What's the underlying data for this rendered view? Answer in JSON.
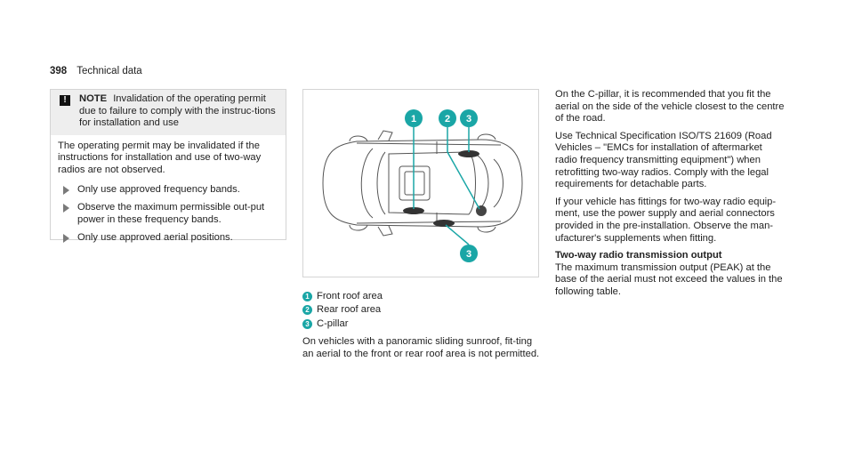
{
  "header": {
    "page_number": "398",
    "section": "Technical data"
  },
  "note": {
    "icon": "warning-exclamation-icon",
    "title": "NOTE",
    "heading_text": "Invalidation of the operating permit due to failure to comply with the instruc-tions for installation and use",
    "body": "The operating permit may be invalidated if the instructions for installation and use of two-way radios are not observed.",
    "bullets": [
      "Only use approved frequency bands.",
      "Observe the maximum permissible out-put power in these frequency bands.",
      "Only use approved aerial positions."
    ]
  },
  "figure": {
    "callouts": [
      "1",
      "2",
      "3",
      "3"
    ],
    "accent_color": "#1aa6a6"
  },
  "legend": {
    "items": [
      {
        "num": "1",
        "label": "Front roof area"
      },
      {
        "num": "2",
        "label": "Rear roof area"
      },
      {
        "num": "3",
        "label": "C-pillar"
      }
    ],
    "paragraph": "On vehicles with a panoramic sliding sunroof, fit-ting an aerial to the front or rear roof area is not permitted."
  },
  "right": {
    "p1": "On the C-pillar, it is recommended that you fit the aerial on the side of the vehicle closest to the centre of the road.",
    "p2": "Use Technical Specification ISO/TS 21609 (Road Vehicles – \"EMCs for installation of aftermarket radio frequency transmitting equipment\") when retrofitting two-way radios. Comply with the legal requirements for detachable parts.",
    "p3": "If your vehicle has fittings for two-way radio equip-ment, use the power supply and aerial connectors provided in the pre-installation. Observe the man-ufacturer's supplements when fitting.",
    "subheading": "Two-way radio transmission output",
    "p4": "The maximum transmission output (PEAK) at the base of the aerial must not exceed the values in the following table."
  }
}
